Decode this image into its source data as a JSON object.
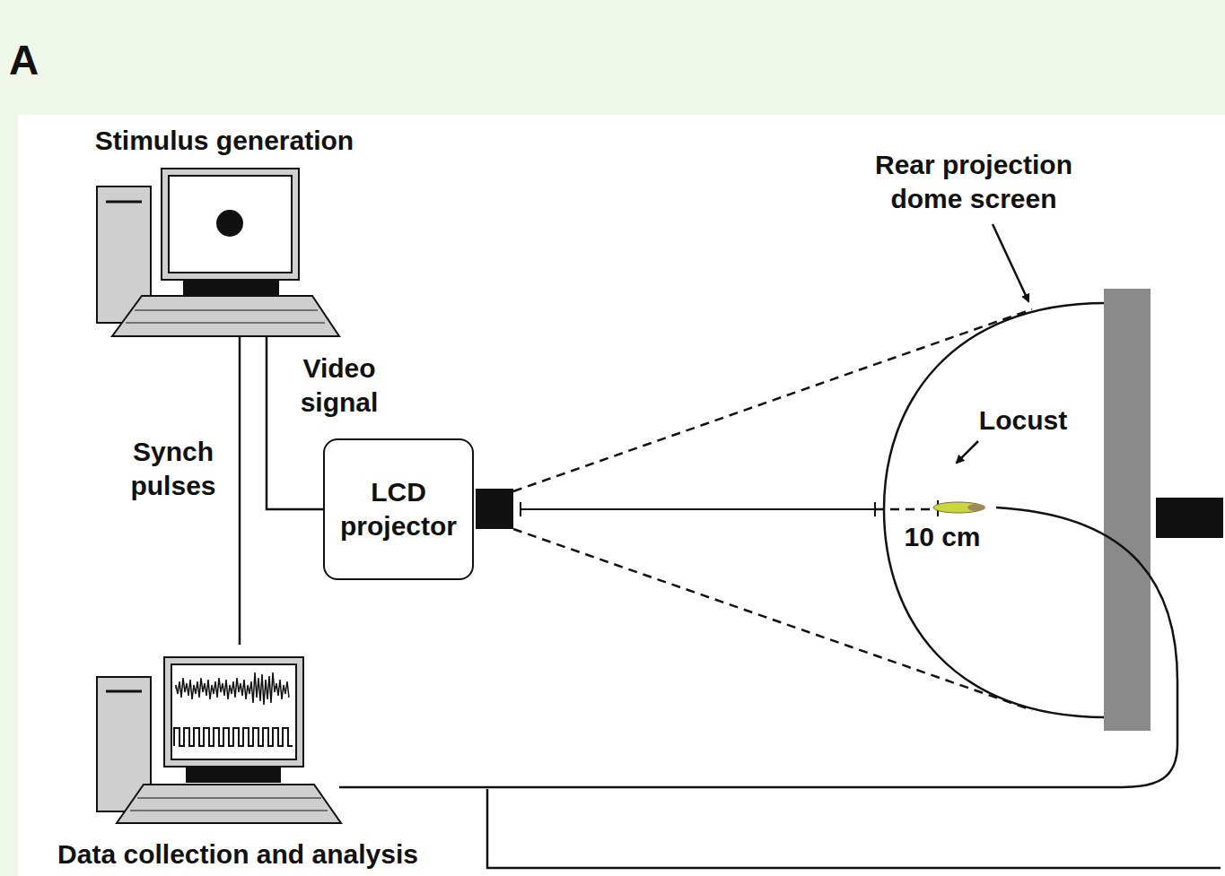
{
  "diagram": {
    "nodes": [
      {
        "text": [
          "Stimulus generation"
        ]
      },
      {
        "text": [
          "LCD projector"
        ]
      },
      {
        "text": [
          "Data collection and analysis"
        ]
      }
    ],
    "edges": [
      {
        "from": 0,
        "to": 1,
        "label": "Video signal",
        "arrow": "none"
      },
      {
        "from": 0,
        "to": 2,
        "label": "Synch pulses",
        "arrow": "none"
      }
    ],
    "labels": [
      "A",
      "Rear projection dome screen",
      "Locust",
      "10 cm"
    ]
  }
}
